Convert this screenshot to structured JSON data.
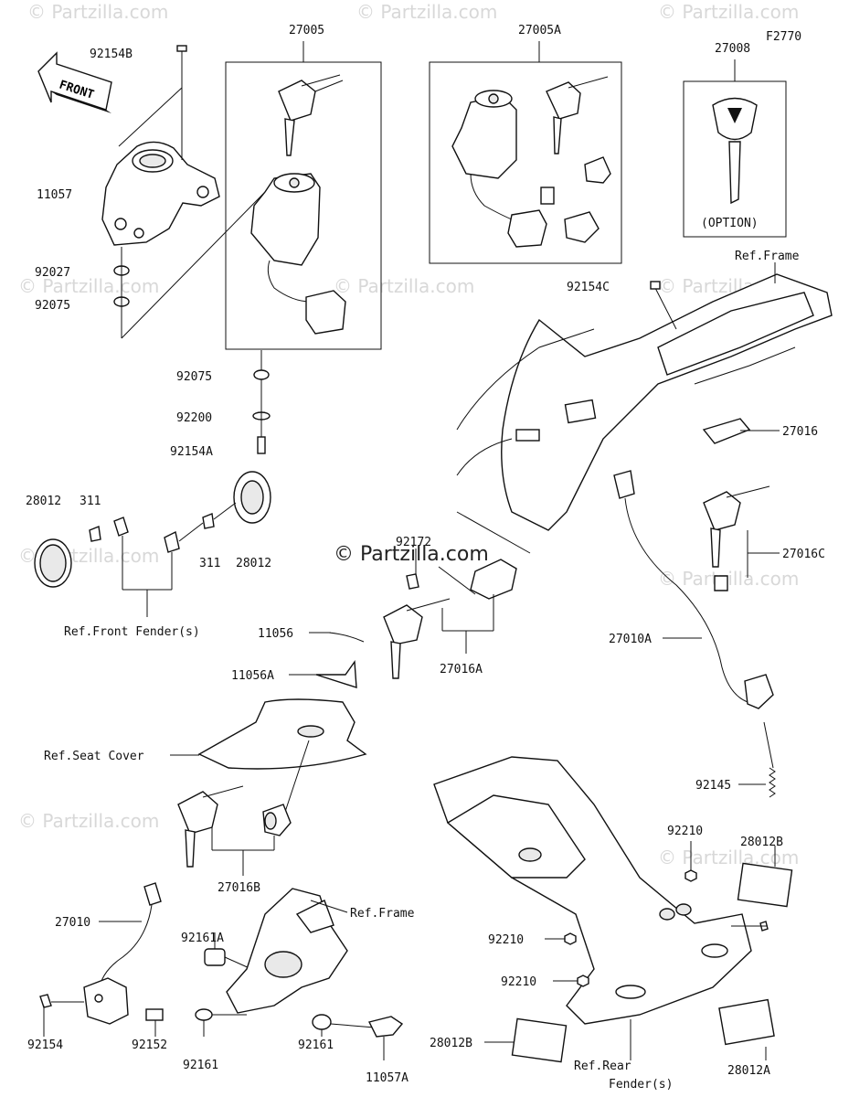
{
  "diagram": {
    "code": "F2770",
    "front_arrow": "FRONT",
    "copyright": "© Partzilla.com",
    "watermark": "© Partzilla.com",
    "labels": {
      "p27005": "27005",
      "p27005A": "27005A",
      "p27008": "27008",
      "option": "(OPTION)",
      "p92154B": "92154B",
      "p11057": "11057",
      "p92027": "92027",
      "p92075a": "92075",
      "p92075b": "92075",
      "p92200": "92200",
      "p92154A": "92154A",
      "p92154C": "92154C",
      "ref_frame_top": "Ref.Frame",
      "p27016": "27016",
      "p28012a": "28012",
      "p311a": "311",
      "p311b": "311",
      "p28012b": "28012",
      "ref_front_fender": "Ref.Front Fender(s)",
      "p92172": "92172",
      "p27016C": "27016C",
      "p11056": "11056",
      "p11056A": "11056A",
      "p27016A": "27016A",
      "p27010A": "27010A",
      "ref_seat_cover": "Ref.Seat Cover",
      "p92145": "92145",
      "p27016B": "27016B",
      "p92210a": "92210",
      "p28012B_a": "28012B",
      "p27010": "27010",
      "ref_frame_bottom": "Ref.Frame",
      "p92161A": "92161A",
      "p92210b": "92210",
      "p92210c": "92210",
      "p92154": "92154",
      "p92152": "92152",
      "p92161a": "92161",
      "p92161b": "92161",
      "p11057A": "11057A",
      "p28012B_b": "28012B",
      "p28012A": "28012A",
      "ref_rear_fender_1": "Ref.Rear",
      "ref_rear_fender_2": "Fender(s)"
    }
  }
}
